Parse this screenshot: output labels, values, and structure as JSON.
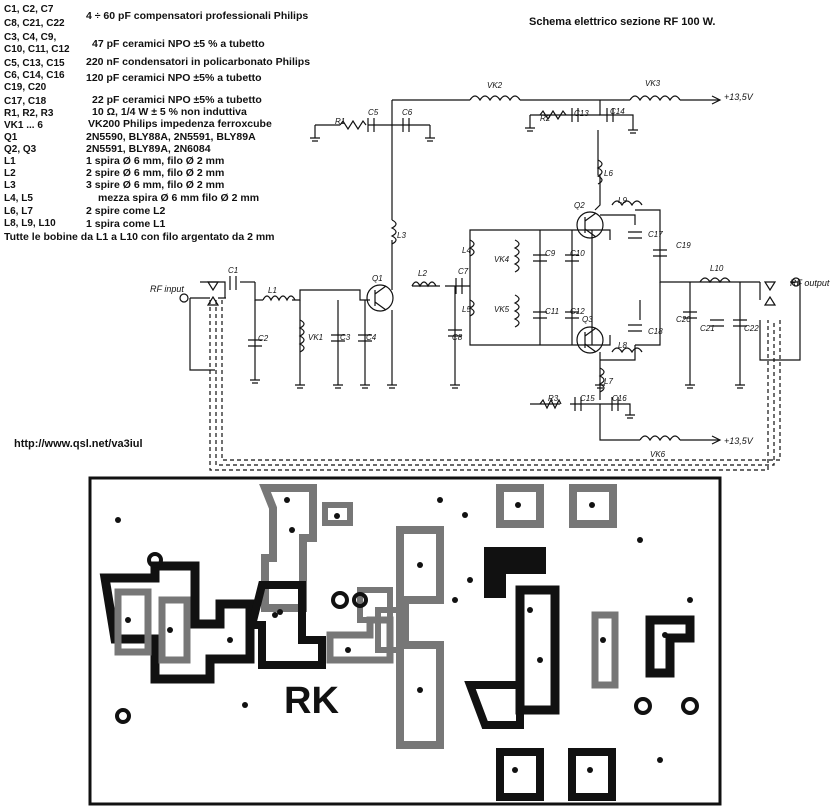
{
  "title": "Schema elettrico sezione RF 100 W.",
  "url": "http://www.qsl.net/va3iul",
  "parts_list": [
    {
      "ref": "C1, C2, C7",
      "desc": "4 ÷ 60 pF compensatori professionali Philips"
    },
    {
      "ref": "C8, C21, C22",
      "desc": ""
    },
    {
      "ref": "C3, C4, C9,",
      "desc": "47 pF ceramici NPO ±5 % a tubetto"
    },
    {
      "ref": "C10, C11, C12",
      "desc": ""
    },
    {
      "ref": "C5, C13, C15",
      "desc": "220 nF condensatori in policarbonato Philips"
    },
    {
      "ref": "C6, C14, C16",
      "desc": "120 pF ceramici NPO ±5% a tubetto"
    },
    {
      "ref": "C19, C20",
      "desc": ""
    },
    {
      "ref": "C17, C18",
      "desc": "22 pF ceramici NPO ±5% a tubetto"
    },
    {
      "ref": "R1, R2, R3",
      "desc": "10 Ω, 1/4 W ± 5 % non induttiva"
    },
    {
      "ref": "VK1 ... 6",
      "desc": "VK200 Philips impedenza ferroxcube"
    },
    {
      "ref": "Q1",
      "desc": "2N5590, BLY88A, 2N5591, BLY89A"
    },
    {
      "ref": "Q2, Q3",
      "desc": "2N5591, BLY89A, 2N6084"
    },
    {
      "ref": "L1",
      "desc": "1 spira Ø 6 mm, filo Ø 2 mm"
    },
    {
      "ref": "L2",
      "desc": "2 spire Ø 6 mm, filo Ø 2 mm"
    },
    {
      "ref": "L3",
      "desc": "3 spire Ø 6 mm, filo Ø 2 mm"
    },
    {
      "ref": "L4, L5",
      "desc": "mezza spira Ø 6 mm filo Ø 2 mm"
    },
    {
      "ref": "L6, L7",
      "desc": "2 spire come L2"
    },
    {
      "ref": "L8, L9, L10",
      "desc": "1 spira come L1"
    }
  ],
  "footnote": "Tutte le bobine da L1 a L10 con filo argentato da 2 mm",
  "schematic": {
    "rf_input": "RF input",
    "rf_output": "RF output",
    "supply": "+13,5V",
    "components": [
      "VK2",
      "VK3",
      "R1",
      "C5",
      "C6",
      "R2",
      "C13",
      "C14",
      "L6",
      "L9",
      "Q2",
      "C17",
      "C19",
      "L3",
      "L4",
      "VK4",
      "C9",
      "C10",
      "L10",
      "C1",
      "L1",
      "Q1",
      "L2",
      "C7",
      "VK5",
      "C11",
      "C12",
      "L5",
      "Q3",
      "C18",
      "C20",
      "C21",
      "C22",
      "C2",
      "VK1",
      "C3",
      "C4",
      "C8",
      "L8",
      "L7",
      "R3",
      "C15",
      "C16",
      "VK6"
    ]
  },
  "pcb": {
    "marking": "RK"
  }
}
